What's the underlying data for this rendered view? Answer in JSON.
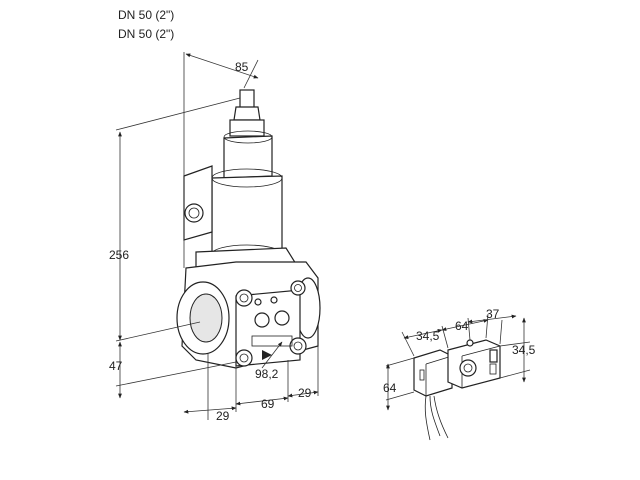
{
  "header": {
    "line1": "DN 50 (2\")",
    "line2": "DN 50 (2\")"
  },
  "dimensions": {
    "top_width": "85",
    "total_height": "256",
    "lower_height": "47",
    "bottom_29_left": "29",
    "bottom_69": "69",
    "bottom_29_right": "29",
    "diag_98_2": "98,2"
  },
  "connector_dimensions": {
    "d34_5_top": "34,5",
    "d64_top": "64",
    "d37": "37",
    "d34_5_right": "34,5",
    "d64_left": "64"
  }
}
